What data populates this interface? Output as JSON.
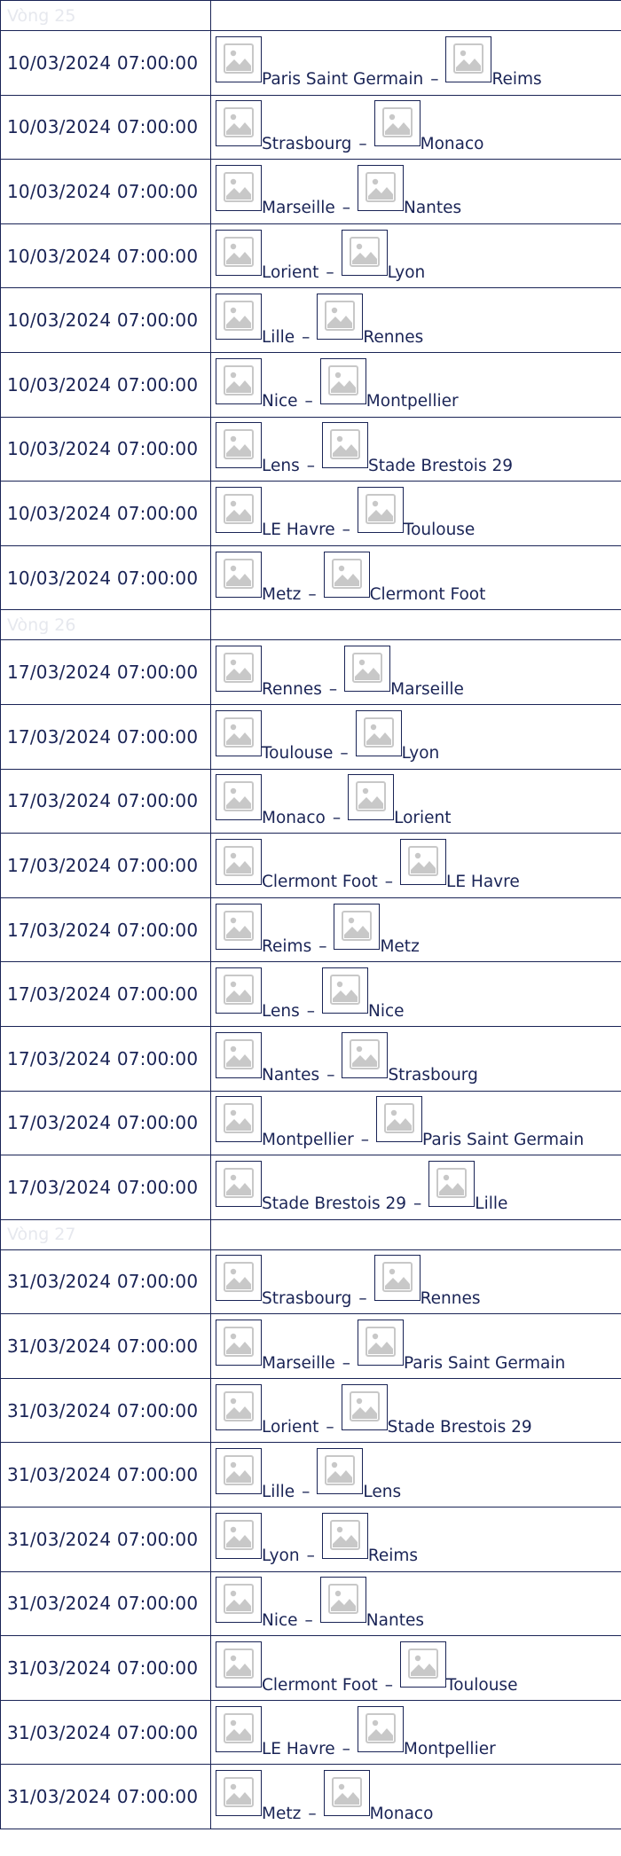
{
  "rounds": [
    {
      "label": "Vòng 25",
      "matches": [
        {
          "time": "10/03/2024 07:00:00",
          "home": "Paris Saint Germain",
          "away": "Reims"
        },
        {
          "time": "10/03/2024 07:00:00",
          "home": "Strasbourg",
          "away": "Monaco"
        },
        {
          "time": "10/03/2024 07:00:00",
          "home": "Marseille",
          "away": "Nantes"
        },
        {
          "time": "10/03/2024 07:00:00",
          "home": "Lorient",
          "away": "Lyon"
        },
        {
          "time": "10/03/2024 07:00:00",
          "home": "Lille",
          "away": "Rennes"
        },
        {
          "time": "10/03/2024 07:00:00",
          "home": "Nice",
          "away": "Montpellier"
        },
        {
          "time": "10/03/2024 07:00:00",
          "home": "Lens",
          "away": "Stade Brestois 29"
        },
        {
          "time": "10/03/2024 07:00:00",
          "home": "LE Havre",
          "away": "Toulouse"
        },
        {
          "time": "10/03/2024 07:00:00",
          "home": "Metz",
          "away": "Clermont Foot"
        }
      ]
    },
    {
      "label": "Vòng 26",
      "matches": [
        {
          "time": "17/03/2024 07:00:00",
          "home": "Rennes",
          "away": "Marseille"
        },
        {
          "time": "17/03/2024 07:00:00",
          "home": "Toulouse",
          "away": "Lyon"
        },
        {
          "time": "17/03/2024 07:00:00",
          "home": "Monaco",
          "away": "Lorient"
        },
        {
          "time": "17/03/2024 07:00:00",
          "home": "Clermont Foot",
          "away": "LE Havre"
        },
        {
          "time": "17/03/2024 07:00:00",
          "home": "Reims",
          "away": "Metz"
        },
        {
          "time": "17/03/2024 07:00:00",
          "home": "Lens",
          "away": "Nice"
        },
        {
          "time": "17/03/2024 07:00:00",
          "home": "Nantes",
          "away": "Strasbourg"
        },
        {
          "time": "17/03/2024 07:00:00",
          "home": "Montpellier",
          "away": "Paris Saint Germain"
        },
        {
          "time": "17/03/2024 07:00:00",
          "home": "Stade Brestois 29",
          "away": "Lille"
        }
      ]
    },
    {
      "label": "Vòng 27",
      "matches": [
        {
          "time": "31/03/2024 07:00:00",
          "home": "Strasbourg",
          "away": "Rennes"
        },
        {
          "time": "31/03/2024 07:00:00",
          "home": "Marseille",
          "away": "Paris Saint Germain"
        },
        {
          "time": "31/03/2024 07:00:00",
          "home": "Lorient",
          "away": "Stade Brestois 29"
        },
        {
          "time": "31/03/2024 07:00:00",
          "home": "Lille",
          "away": "Lens"
        },
        {
          "time": "31/03/2024 07:00:00",
          "home": "Lyon",
          "away": "Reims"
        },
        {
          "time": "31/03/2024 07:00:00",
          "home": "Nice",
          "away": "Nantes"
        },
        {
          "time": "31/03/2024 07:00:00",
          "home": "Clermont Foot",
          "away": "Toulouse"
        },
        {
          "time": "31/03/2024 07:00:00",
          "home": "LE Havre",
          "away": "Montpellier"
        },
        {
          "time": "31/03/2024 07:00:00",
          "home": "Metz",
          "away": "Monaco"
        }
      ]
    }
  ],
  "separator": "–",
  "logo_icon": "broken-image-icon",
  "colors": {
    "text": "#1a2456",
    "border": "#1a2456",
    "round_label": "#e6e8ee",
    "icon": "#c8c8c8"
  }
}
